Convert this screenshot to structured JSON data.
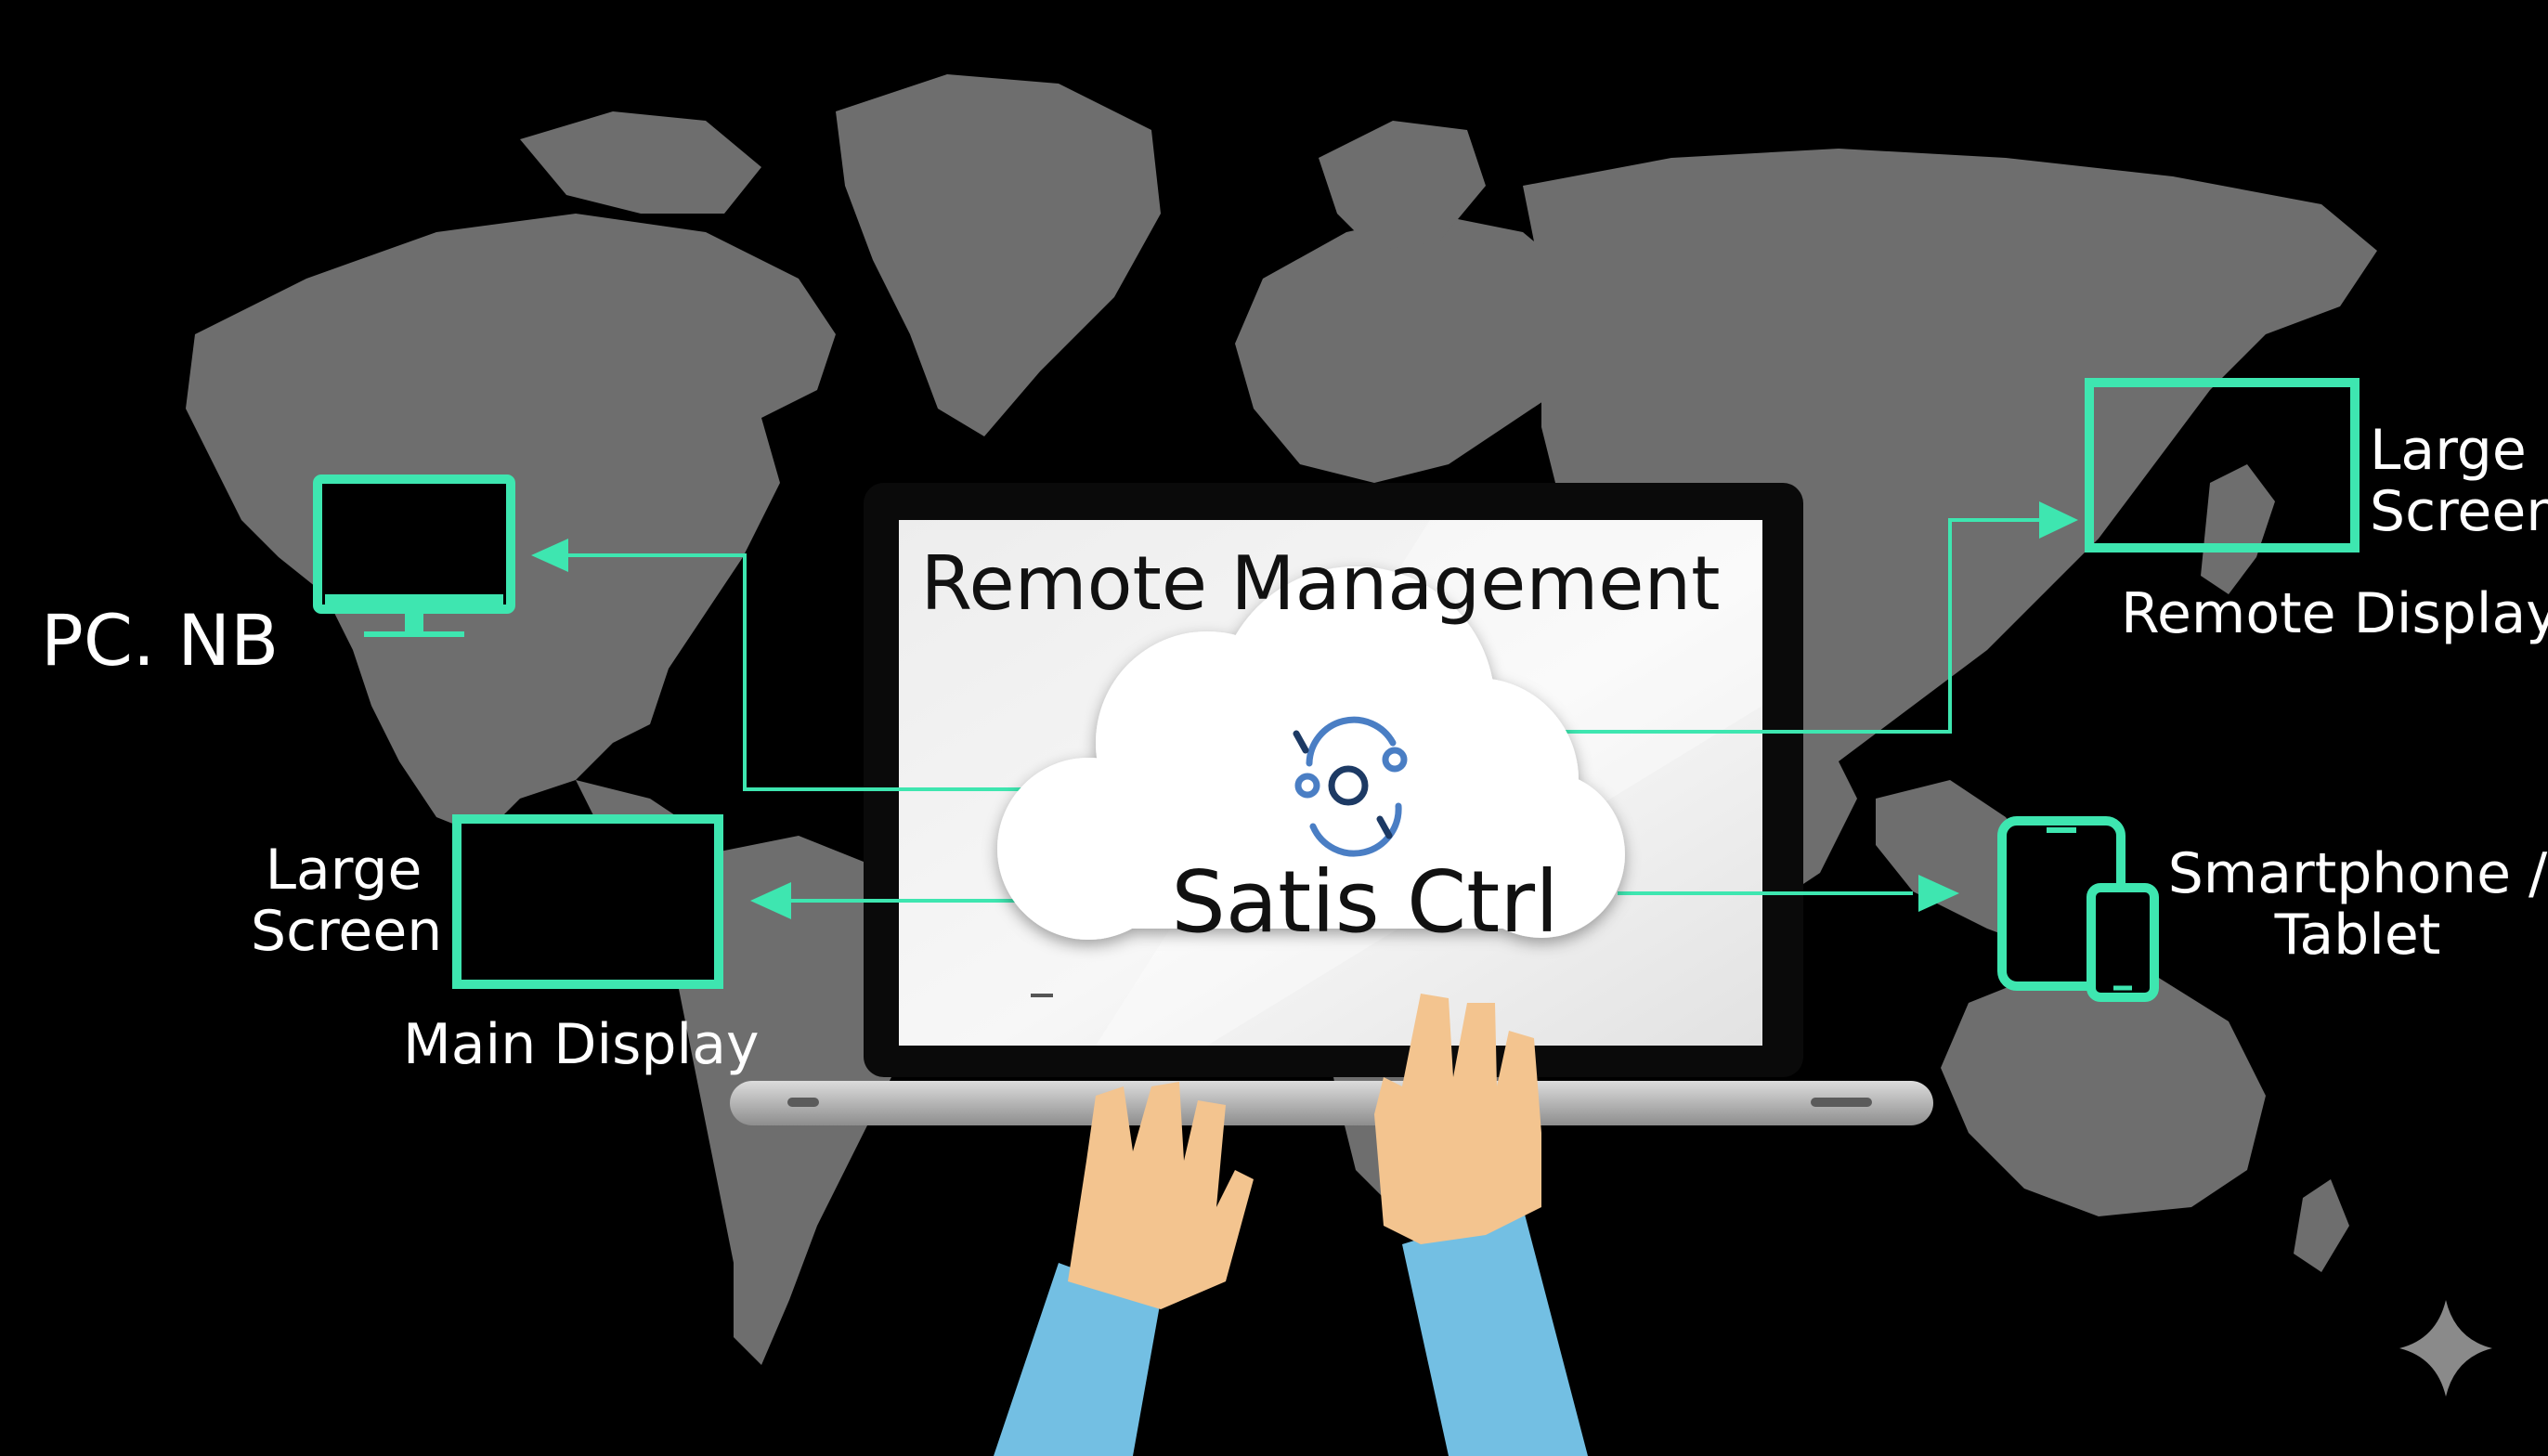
{
  "colors": {
    "background": "#000000",
    "continents": "#6e6e6e",
    "accent": "#3ee6b0",
    "skin": "#f3c48f",
    "sleeve": "#73bfe3"
  },
  "title": "Remote Management",
  "hub": "Satis Ctrl",
  "devices": {
    "pc": "PC. NB",
    "large_screen_left": "Large Screen",
    "main_display": "Main Display",
    "large_screen_right": "Large Screen",
    "remote_display": "Remote Display",
    "mobile": "Smartphone / Tablet"
  },
  "icons": [
    "monitor-icon",
    "large-screen-icon",
    "phone-tablet-icon",
    "sync-icon",
    "sparkle-icon"
  ]
}
